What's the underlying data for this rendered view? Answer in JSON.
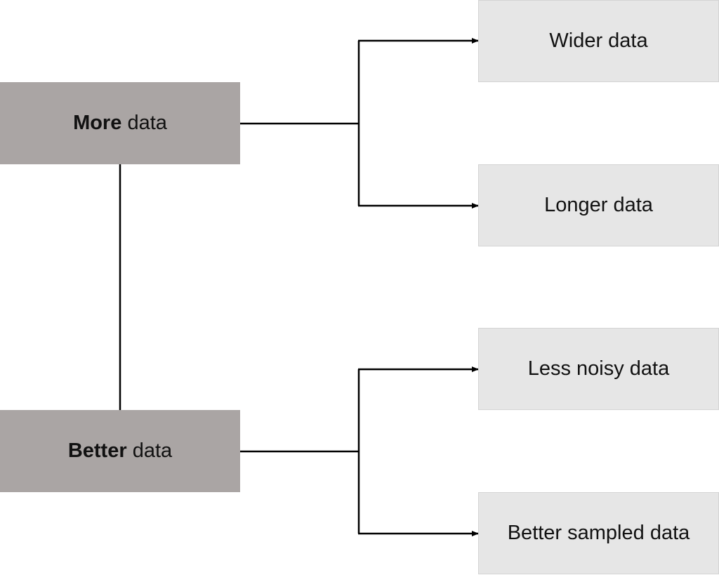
{
  "diagram": {
    "nodes": {
      "more": {
        "bold": "More",
        "rest": "data"
      },
      "better": {
        "bold": "Better",
        "rest": "data"
      },
      "wider": {
        "label": "Wider data"
      },
      "longer": {
        "label": "Longer data"
      },
      "less_noisy": {
        "label": "Less noisy data"
      },
      "better_sampled": {
        "label": "Better sampled data"
      }
    },
    "edges": [
      {
        "from": "more",
        "to": "better",
        "type": "line"
      },
      {
        "from": "more",
        "to": "wider",
        "type": "arrow"
      },
      {
        "from": "more",
        "to": "longer",
        "type": "arrow"
      },
      {
        "from": "better",
        "to": "less_noisy",
        "type": "arrow"
      },
      {
        "from": "better",
        "to": "better_sampled",
        "type": "arrow"
      }
    ],
    "colors": {
      "primary_box": "#aaa5a4",
      "secondary_box": "#e6e6e6",
      "line": "#000000"
    }
  }
}
